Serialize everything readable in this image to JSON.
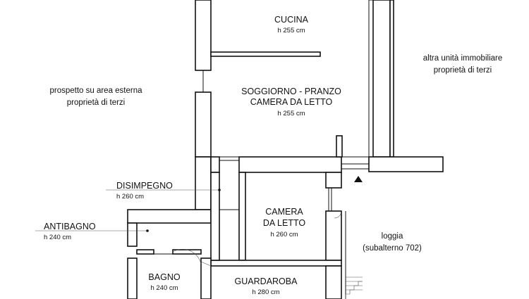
{
  "rooms": {
    "cucina": {
      "name": "CUCINA",
      "height": "h 255 cm"
    },
    "soggiorno": {
      "name_line1": "SOGGIORNO - PRANZO",
      "name_line2": "CAMERA DA LETTO",
      "height": "h 255 cm"
    },
    "disimpegno": {
      "name": "DISIMPEGNO",
      "height": "h 260 cm"
    },
    "camera": {
      "name_line1": "CAMERA",
      "name_line2": "DA LETTO",
      "height": "h 260 cm"
    },
    "antibagno": {
      "name": "ANTIBAGNO",
      "height": "h 240 cm"
    },
    "bagno": {
      "name": "BAGNO",
      "height": "h 240 cm"
    },
    "guardaroba": {
      "name": "GUARDAROBA",
      "height": "h 280 cm"
    },
    "loggia": {
      "name": "loggia",
      "detail": "(subalterno 702)"
    }
  },
  "notes": {
    "left_line1": "prospetto su area esterna",
    "left_line2": "proprietà di terzi",
    "right_line1": "altra unità immobiliare",
    "right_line2": "proprietà di terzi"
  }
}
